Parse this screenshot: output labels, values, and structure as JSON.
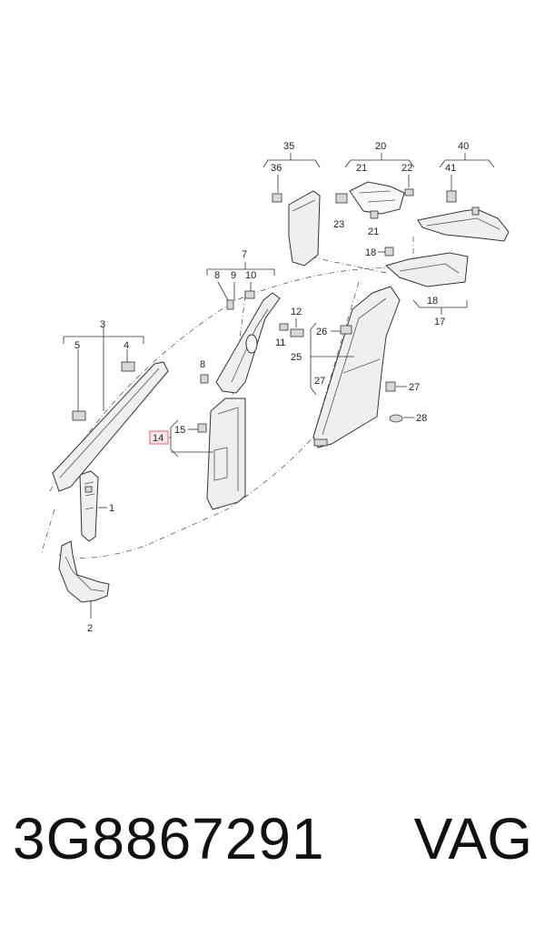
{
  "diagram": {
    "callouts": {
      "c1": "1",
      "c2": "2",
      "c3": "3",
      "c4": "4",
      "c5": "5",
      "c7": "7",
      "c8a": "8",
      "c8b": "8",
      "c9": "9",
      "c10": "10",
      "c11": "11",
      "c12": "12",
      "c14": "14",
      "c15": "15",
      "c17": "17",
      "c18a": "18",
      "c18b": "18",
      "c20": "20",
      "c21a": "21",
      "c21b": "21",
      "c22": "22",
      "c23": "23",
      "c25": "25",
      "c26": "26",
      "c27a": "27",
      "c27b": "27",
      "c28": "28",
      "c35": "35",
      "c36": "36",
      "c40": "40",
      "c41": "41"
    },
    "highlighted_callout": "14",
    "highlight_color": "#e06070"
  },
  "caption": {
    "part_number": "3G8867291",
    "brand": "VAG"
  }
}
